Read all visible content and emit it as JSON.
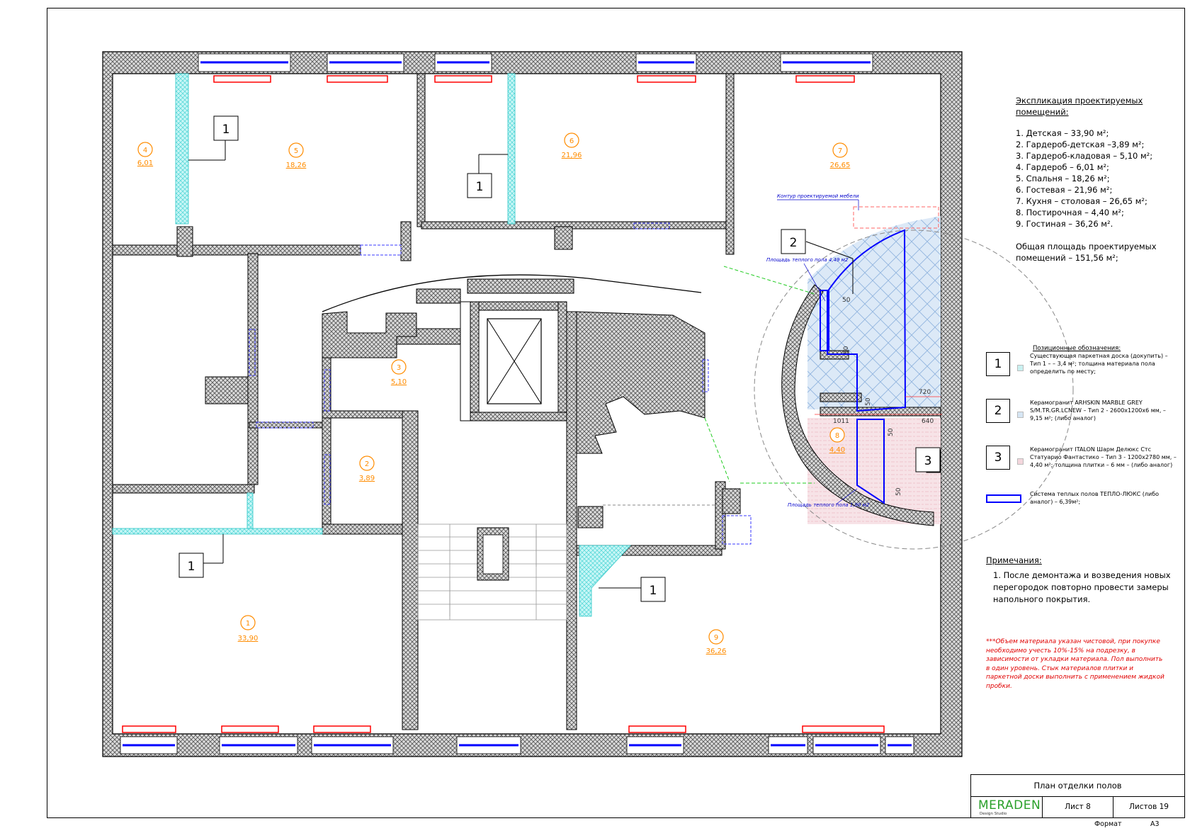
{
  "rooms": [
    {
      "n": "1",
      "area": "33,90"
    },
    {
      "n": "2",
      "area": "3,89"
    },
    {
      "n": "3",
      "area": "5,10"
    },
    {
      "n": "4",
      "area": "6,01"
    },
    {
      "n": "5",
      "area": "18,26"
    },
    {
      "n": "6",
      "area": "21,96"
    },
    {
      "n": "7",
      "area": "26,65"
    },
    {
      "n": "8",
      "area": "4,40"
    },
    {
      "n": "9",
      "area": "36,26"
    }
  ],
  "callouts": [
    "1",
    "1",
    "1",
    "1",
    "2",
    "3"
  ],
  "plan_notes": {
    "furniture_contour": "Контур проектируемой мебели",
    "heated_floor_1": "Площадь теплого пола 4,49 м2",
    "heated_floor_2": "Площадь теплого пола 1,90 м2"
  },
  "dimensions": [
    "50",
    "50",
    "50",
    "50",
    "50",
    "720",
    "1011",
    "640"
  ],
  "explication": {
    "heading": "Экспликация проектируемых помещений:",
    "items": [
      "1. Детская – 33,90 м²;",
      "2. Гардероб-детская –3,89 м²;",
      "3. Гардероб-кладовая – 5,10 м²;",
      "4. Гардероб – 6,01 м²;",
      "5. Спальня – 18,26 м²;",
      "6. Гостевая – 21,96 м²;",
      "7. Кухня – столовая – 26,65 м²;",
      "8. Постирочная – 4,40 м²;",
      "9. Гостиная – 36,26 м²."
    ],
    "total": "Общая площадь проектируемых помещений – 151,56 м²;"
  },
  "legend": {
    "title": "Позиционные обозначения:",
    "rows": [
      {
        "num": "1",
        "swatch": "#c9f0f0",
        "text": "Существующая паркетная доска (докупить) – Тип 1 – – 3,4 м²; толщина материала пола определить по месту;"
      },
      {
        "num": "2",
        "swatch": "#d6e6f4",
        "text": "Керамогранит ARHSKIN MARBLE GREY S/M.TR.GR.LCNEW – Тип 2 - 2600x1200x6 мм, – 9,15 м²; (либо аналог)"
      },
      {
        "num": "3",
        "swatch": "#f3d6dc",
        "text": "Керамогранит ITALON Шарм Делюкс Стс Статуарио Фантастико – Тип 3 - 1200x2780 мм, – 4,40 м²; толщина плитки – 6 мм – (либо аналог)"
      }
    ],
    "heating_text": "Система теплых полов ТЕПЛО-ЛЮКС (либо аналог) – 6,39м²;"
  },
  "notes": {
    "heading": "Примечания:",
    "item": "1. После демонтажа и возведения новых перегородок повторно провести замеры напольного покрытия."
  },
  "warning": "***Объем материала указан чистовой, при покупке необходимо учесть 10%-15% на подрезку, в зависимости от укладки материала. Пол выполнить в один уровень. Стык материалов плитки и паркетной доски выполнить с применением жидкой пробки.",
  "title_block": {
    "title": "План отделки полов",
    "logo": "MERADEN",
    "logo_sub": "Design Studio",
    "sheet": "Лист 8",
    "sheets": "Листов 19",
    "format_label": "Формат",
    "format_value": "А3"
  },
  "colors": {
    "wall": "#d8d8d8",
    "parquet": "#bff3f3",
    "tile2": "#cfe3f6",
    "tile3": "#f6dde2",
    "heating": "#0000ff",
    "label": "#ff8c00",
    "radiator": "#ff0000",
    "warning": "#e00000"
  }
}
